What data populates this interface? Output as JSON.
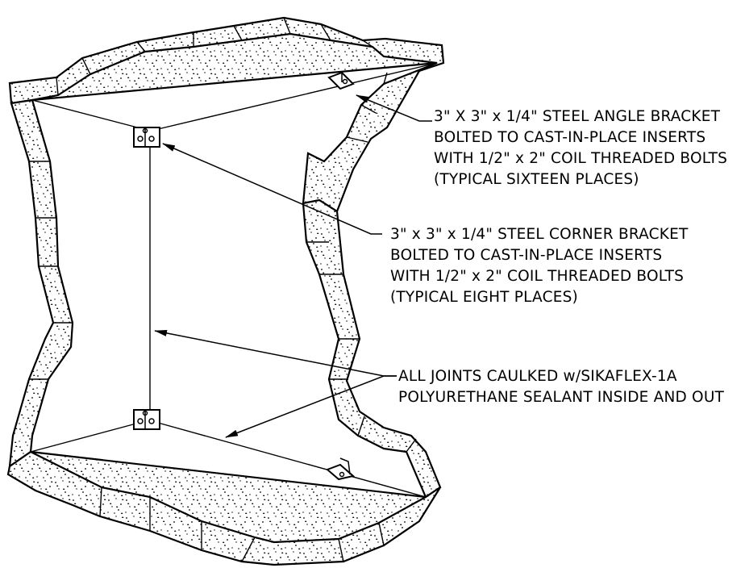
{
  "drawing": {
    "title": "",
    "callouts": [
      {
        "id": "angle-bracket",
        "lines": [
          "3\" X 3\" x 1/4\" STEEL ANGLE BRACKET",
          "BOLTED TO CAST-IN-PLACE INSERTS",
          "WITH 1/2\" x 2\" COIL THREADED BOLTS",
          "(TYPICAL SIXTEEN PLACES)"
        ]
      },
      {
        "id": "corner-bracket",
        "lines": [
          "3\" x 3\" x 1/4\" STEEL CORNER BRACKET",
          "BOLTED TO CAST-IN-PLACE INSERTS",
          "WITH 1/2\" x 2\" COIL THREADED BOLTS",
          "(TYPICAL EIGHT PLACES)"
        ]
      },
      {
        "id": "joints",
        "lines": [
          "ALL JOINTS CAULKED w/SIKAFLEX-1A",
          "POLYURETHANE SEALANT INSIDE AND OUT"
        ]
      }
    ],
    "colors": {
      "line": "#000000",
      "background": "#ffffff"
    }
  }
}
